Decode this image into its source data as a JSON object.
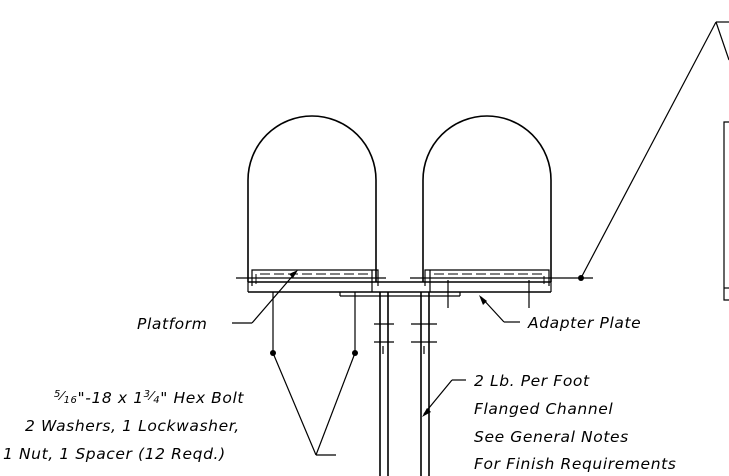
{
  "labels": {
    "platform": "Platform",
    "adapter_plate": "Adapter Plate",
    "bolt_line1_fraction_num": "5",
    "bolt_line1_fraction_den": "16",
    "bolt_line1_mid": "\"-18 x 1",
    "bolt_line1_frac2_num": "3",
    "bolt_line1_frac2_den": "4",
    "bolt_line1_end": "\" Hex Bolt",
    "bolt_line2": "2 Washers, 1 Lockwasher,",
    "bolt_line3": "1 Nut, 1 Spacer (12 Reqd.)",
    "channel_line1": "2 Lb. Per Foot",
    "channel_line2": "Flanged Channel",
    "channel_line3": "See General Notes",
    "channel_line4": "For Finish Requirements"
  }
}
